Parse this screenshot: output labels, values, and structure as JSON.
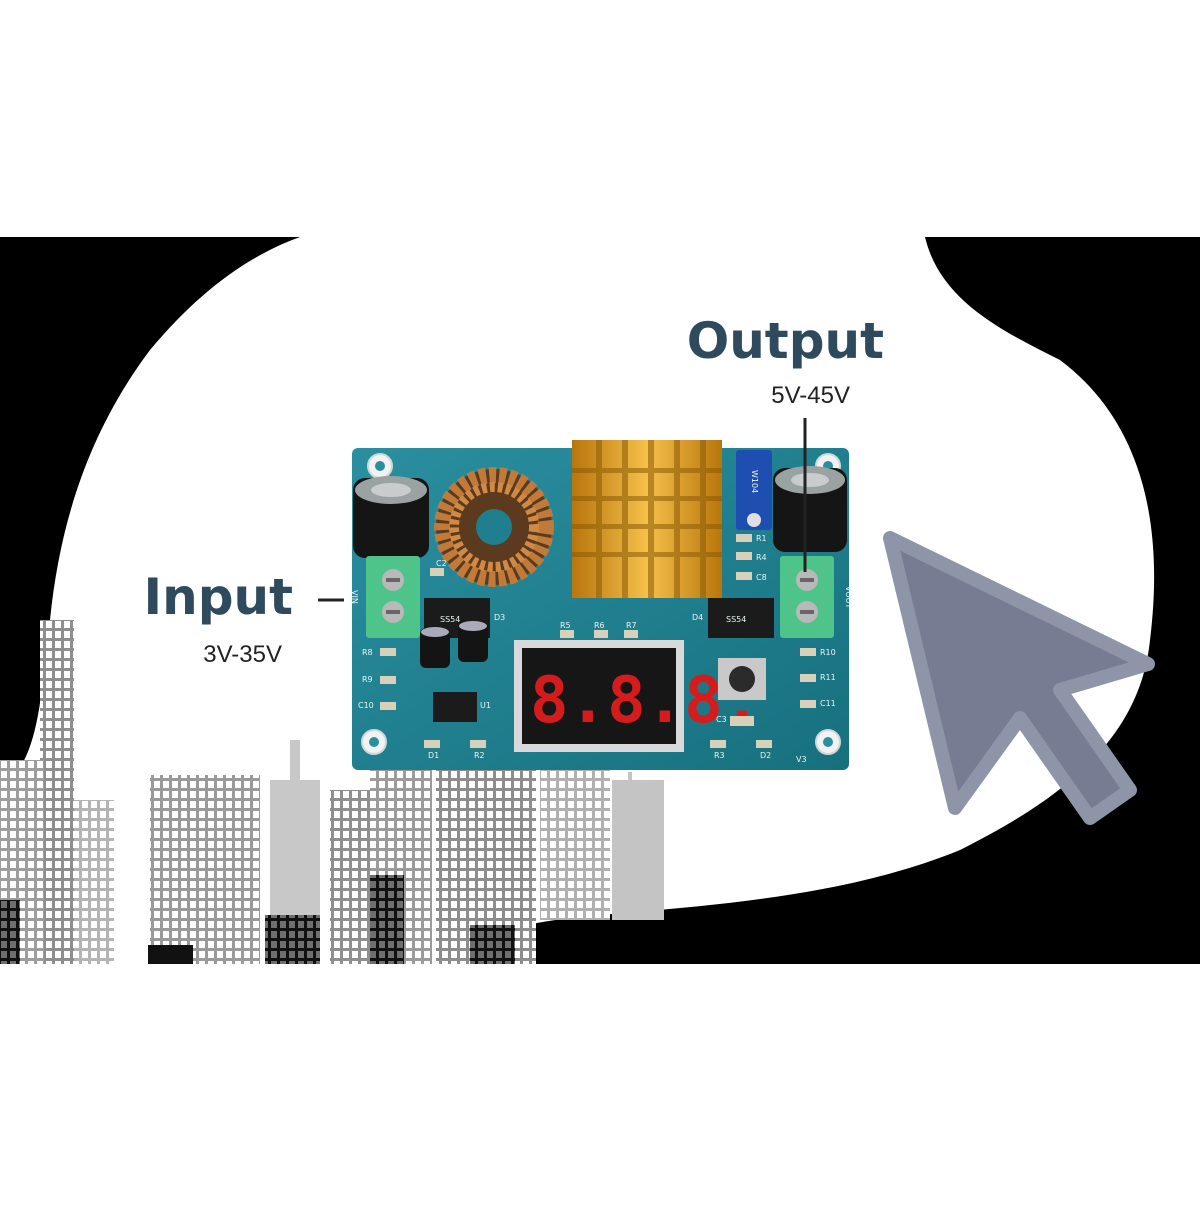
{
  "input_label": {
    "title": "Input",
    "range": "3V-35V"
  },
  "output_label": {
    "title": "Output",
    "range": "5V-45V"
  },
  "board": {
    "silkscreen": {
      "vin": "VIN",
      "vout": "VOUT",
      "r1": "R1",
      "r2": "R2",
      "r3": "R3",
      "r4": "R4",
      "r5": "R5",
      "r6": "R6",
      "r7": "R7",
      "r8": "R8",
      "r9": "R9",
      "r10": "R10",
      "r11": "R11",
      "c2": "C2",
      "c3": "C3",
      "c8": "C8",
      "c10": "C10",
      "c11": "C11",
      "d1": "D1",
      "d2": "D2",
      "d3": "D3",
      "d4": "D4",
      "u1": "U1",
      "v3": "V3",
      "diode_mark": "SS54",
      "pot_mark": "W104"
    },
    "display_digits": "8.8.8."
  },
  "colors": {
    "callout": "#2f4a5c",
    "pcb": "#1f7f8f",
    "heatsink": "#e0a020",
    "cursor": "#767d92",
    "background_dark": "#000000"
  },
  "icons": {
    "cursor": "mouse-pointer-icon"
  }
}
